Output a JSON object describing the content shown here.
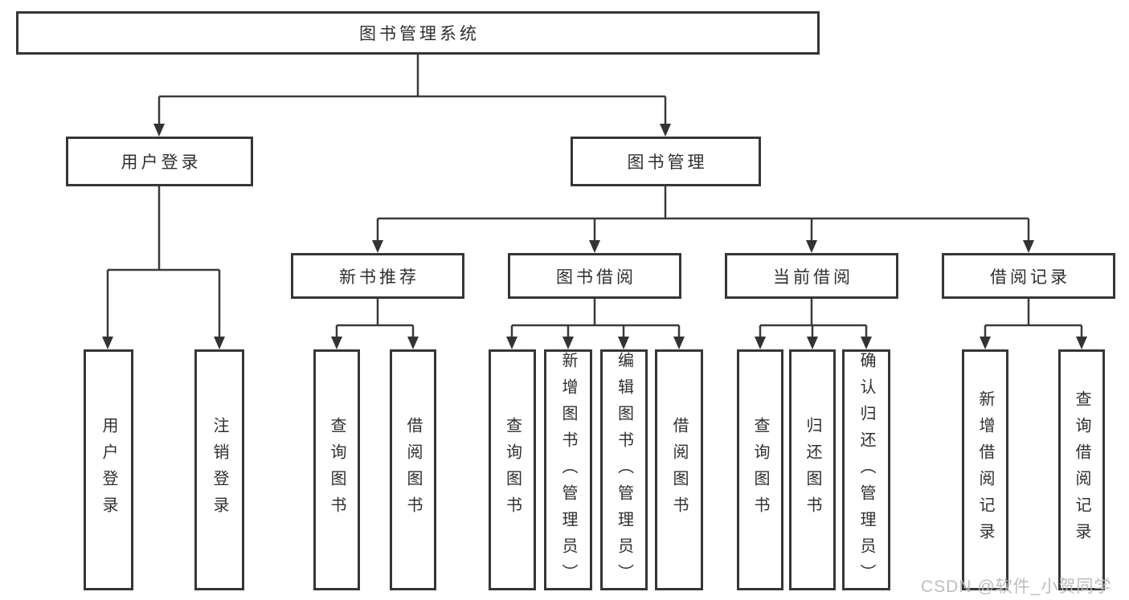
{
  "diagram": {
    "root": "图书管理系统",
    "level2": {
      "user_login": "用户登录",
      "book_management": "图书管理"
    },
    "level3": {
      "new_book_recommend": "新书推荐",
      "book_borrow": "图书借阅",
      "current_borrow": "当前借阅",
      "borrow_record": "借阅记录"
    },
    "leaves": {
      "user_login": [
        "用户登录",
        "注销登录"
      ],
      "new_book_recommend": [
        "查询图书",
        "借阅图书"
      ],
      "book_borrow": [
        "查询图书",
        "新增图书（管理员）",
        "编辑图书（管理员）",
        "借阅图书"
      ],
      "current_borrow": [
        "查询图书",
        "归还图书",
        "确认归还（管理员）"
      ],
      "borrow_record": [
        "新增借阅记录",
        "查询借阅记录"
      ]
    }
  },
  "watermark": "CSDN @软件_小贺同学",
  "colors": {
    "line": "#3a3a3a",
    "border": "#363636",
    "text": "#2f2f2f",
    "watermark": "#b9b9b9",
    "background": "#ffffff"
  }
}
